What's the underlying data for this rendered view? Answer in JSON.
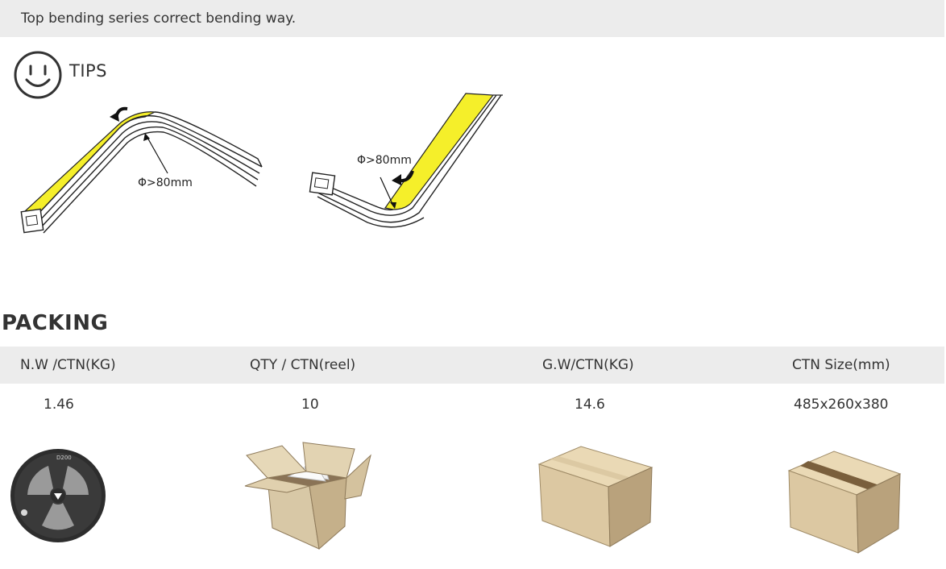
{
  "banner": {
    "text": "Top bending series correct bending way."
  },
  "tips": {
    "label": "TIPS",
    "icon": "smiley-face-icon"
  },
  "bending": {
    "left_diameter": "Φ>80mm",
    "right_diameter": "Φ>80mm",
    "strip_color": "#f5ef2a"
  },
  "packing": {
    "title": "PACKING",
    "headers": [
      "N.W /CTN(KG)",
      "QTY / CTN(reel)",
      "G.W/CTN(KG)",
      "CTN Size(mm)"
    ],
    "values": [
      "1.46",
      "10",
      "14.6",
      "485x260x380"
    ],
    "reel_label": "D200"
  }
}
